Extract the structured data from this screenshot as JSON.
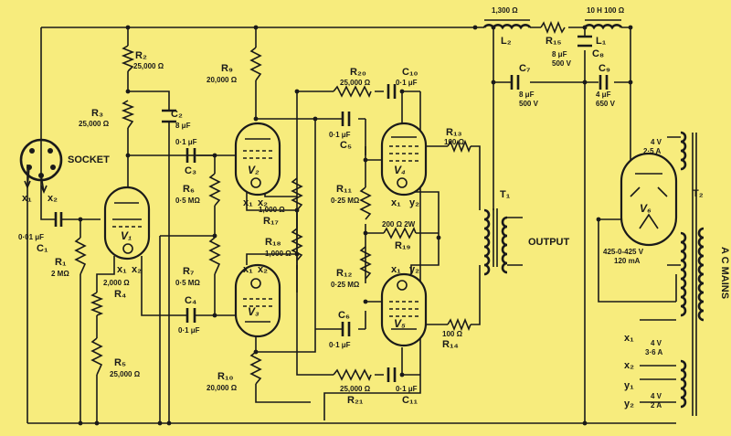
{
  "colors": {
    "background": "#f7ec7d",
    "ink": "#1a1a1a"
  },
  "labels": {
    "socket": "SOCKET",
    "x1": "x₁",
    "x2": "x₂",
    "y1": "y₁",
    "y2": "y₂",
    "output": "OUTPUT",
    "ac_mains": "A C MAINS"
  },
  "components": {
    "R1": {
      "name": "R₁",
      "value": "2 MΩ"
    },
    "R2": {
      "name": "R₂",
      "value": "25,000 Ω"
    },
    "R3": {
      "name": "R₃",
      "value": "25,000 Ω"
    },
    "R4": {
      "name": "R₄",
      "value": "2,000 Ω"
    },
    "R5": {
      "name": "R₅",
      "value": "25,000 Ω"
    },
    "R6": {
      "name": "R₆",
      "value": "0·5 MΩ"
    },
    "R7": {
      "name": "R₇",
      "value": "0·5 MΩ"
    },
    "R9": {
      "name": "R₉",
      "value": "20,000 Ω"
    },
    "R10": {
      "name": "R₁₀",
      "value": "20,000 Ω"
    },
    "R11": {
      "name": "R₁₁",
      "value": "0·25 MΩ"
    },
    "R12": {
      "name": "R₁₂",
      "value": "0·25 MΩ"
    },
    "R13": {
      "name": "R₁₃",
      "value": "100 Ω"
    },
    "R14": {
      "name": "R₁₄",
      "value": "100 Ω"
    },
    "R15": {
      "name": "R₁₅"
    },
    "R17": {
      "name": "R₁₇",
      "value": "1,000 Ω"
    },
    "R18": {
      "name": "R₁₈",
      "value": "1,000 Ω"
    },
    "R19": {
      "name": "R₁₉",
      "value": "200 Ω  2W"
    },
    "R20": {
      "name": "R₂₀",
      "value": "25,000 Ω"
    },
    "R21": {
      "name": "R₂₁",
      "value": "25,000 Ω"
    },
    "C1": {
      "name": "C₁",
      "value": "0·01 μF"
    },
    "C2": {
      "name": "C₂",
      "value": "8 μF"
    },
    "C3": {
      "name": "C₃",
      "value": "0·1 μF"
    },
    "C4": {
      "name": "C₄",
      "value": "0·1 μF"
    },
    "C5": {
      "name": "C₅",
      "value": "0·1 μF"
    },
    "C6": {
      "name": "C₆",
      "value": "0·1 μF"
    },
    "C7": {
      "name": "C₇",
      "value": "8 μF",
      "voltage": "500 V"
    },
    "C8": {
      "name": "C₈",
      "value": "8 μF",
      "voltage": "500 V"
    },
    "C9": {
      "name": "C₉",
      "value": "4 μF",
      "voltage": "650 V"
    },
    "C10": {
      "name": "C₁₀",
      "value": "0·1 μF"
    },
    "C11": {
      "name": "C₁₁",
      "value": "0·1 μF"
    },
    "L1": {
      "name": "L₁",
      "value": "10 H  100 Ω"
    },
    "L2": {
      "name": "L₂",
      "value": "1,300 Ω"
    },
    "V1": {
      "name": "V₁"
    },
    "V2": {
      "name": "V₂"
    },
    "V3": {
      "name": "V₃"
    },
    "V4": {
      "name": "V₄"
    },
    "V5": {
      "name": "V₅"
    },
    "V6": {
      "name": "V₆"
    },
    "T1": {
      "name": "T₁"
    },
    "T2": {
      "name": "T₂",
      "rect_winding": "4 V\n2·5 A",
      "hv_winding": "425-0-425 V\n120 mA",
      "heater_x": "4 V\n3·6 A",
      "heater_y": "4 V\n2 A"
    }
  }
}
